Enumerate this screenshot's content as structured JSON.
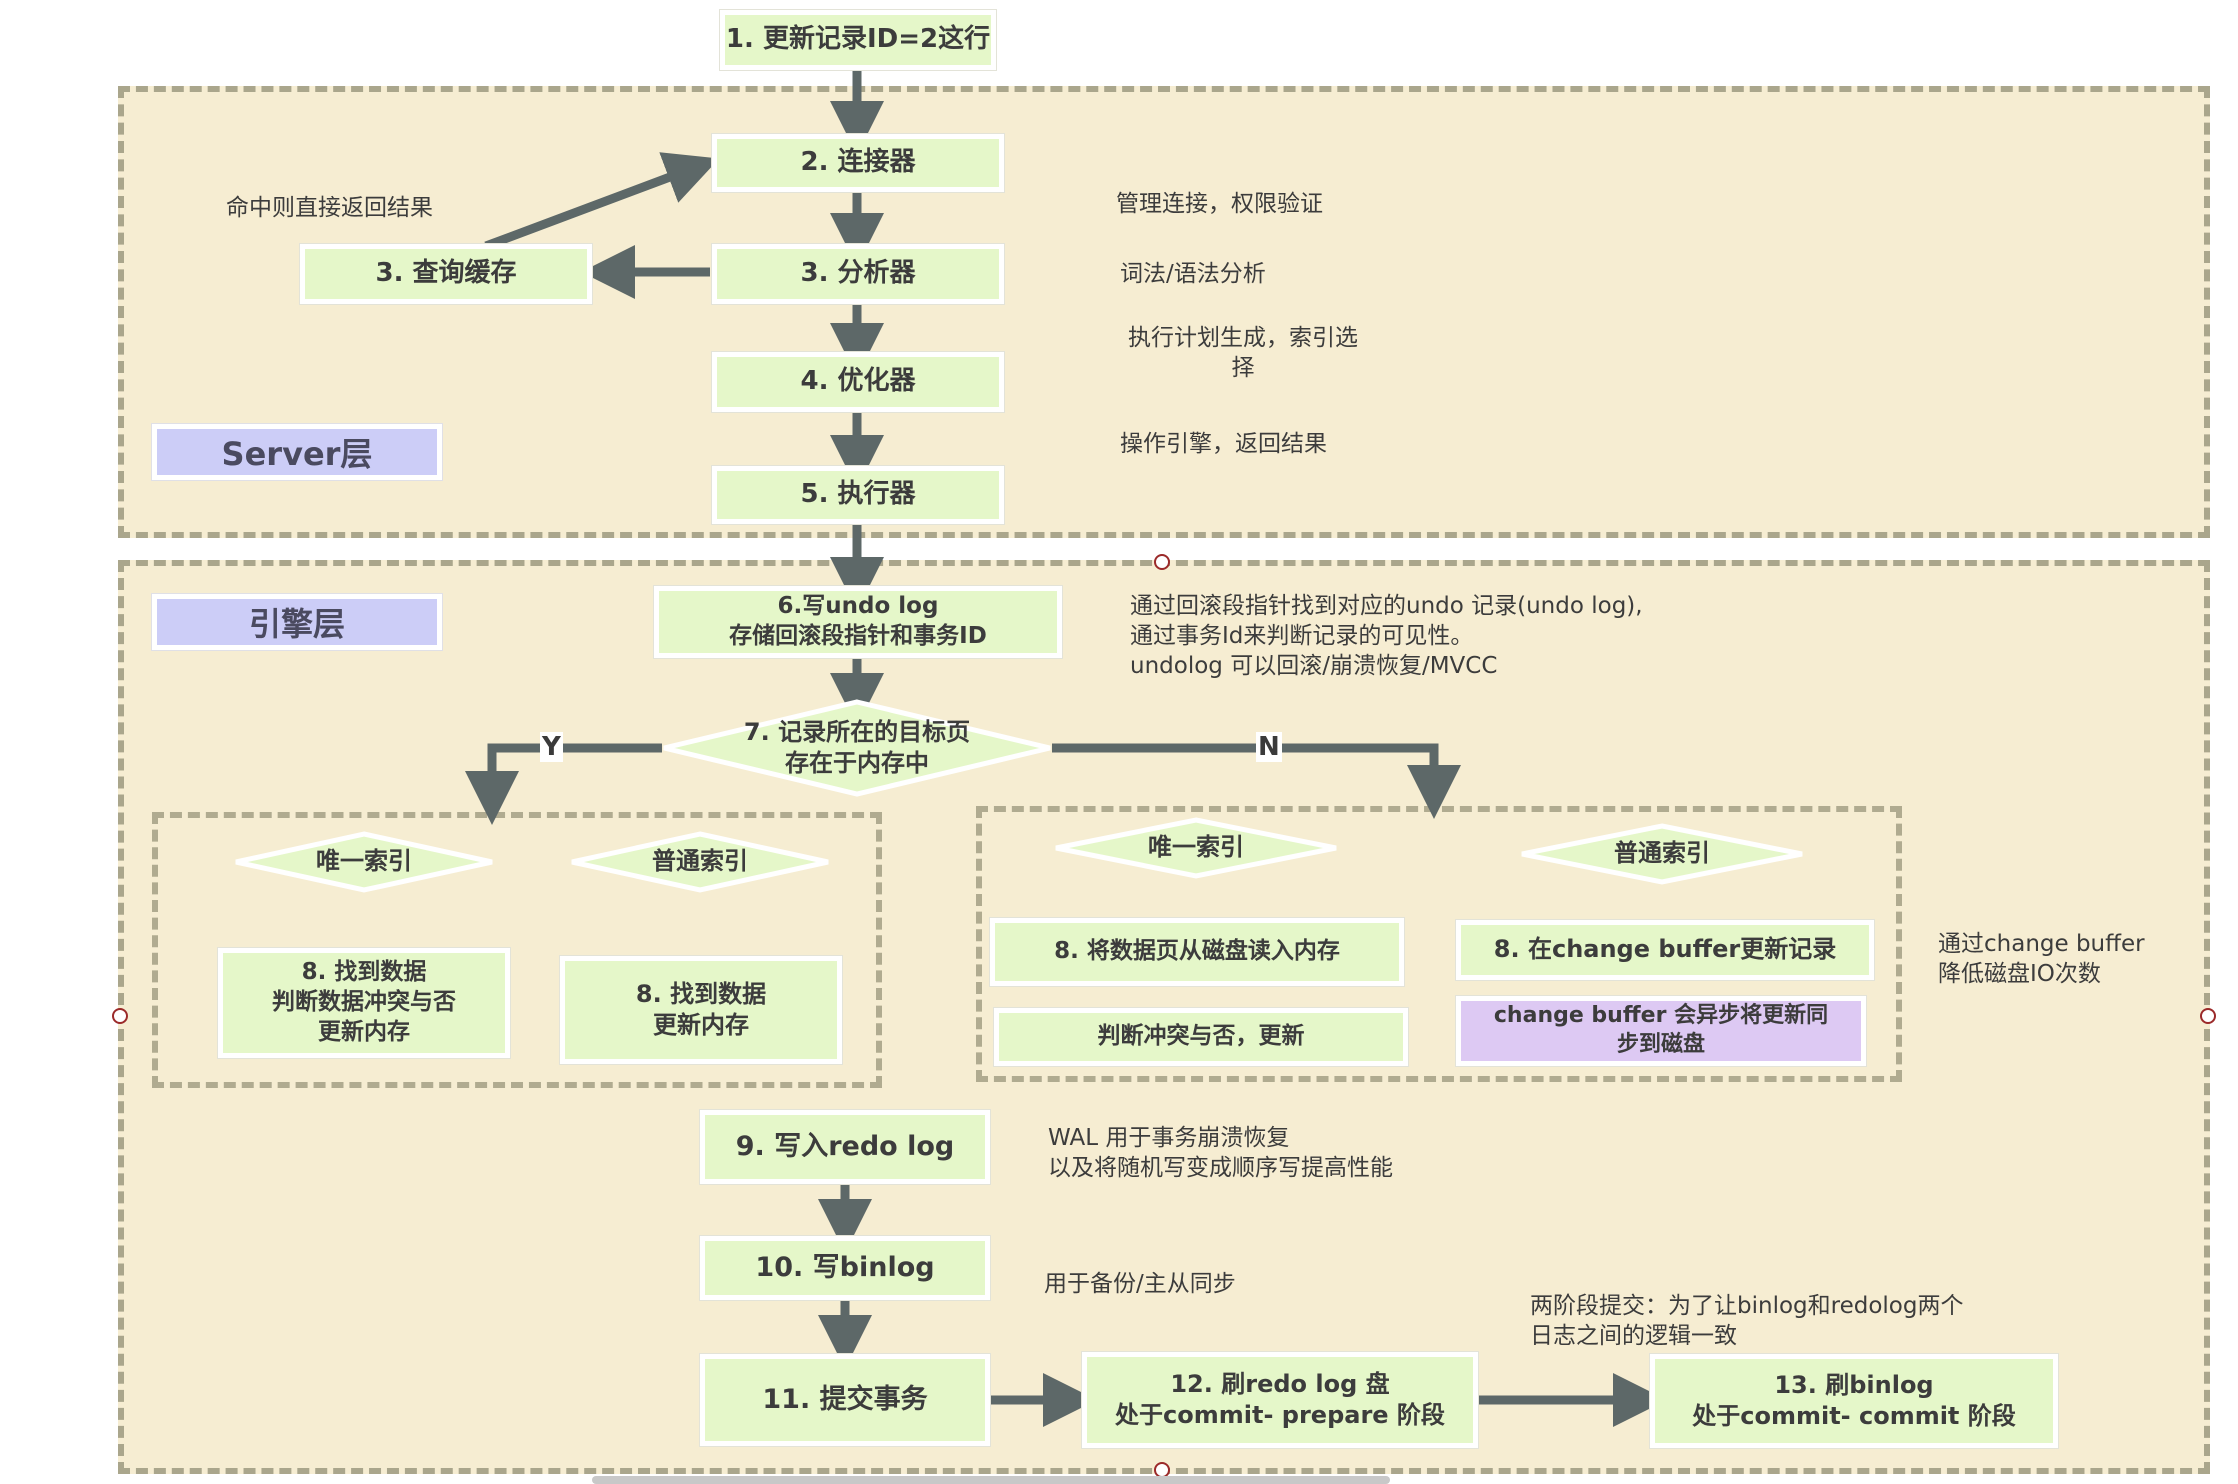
{
  "nodes": {
    "n1": "1. 更新记录ID=2这行",
    "n2": "2. 连接器",
    "n3a": "3. 分析器",
    "n3b": "3. 查询缓存",
    "n4": "4. 优化器",
    "n5": "5. 执行器",
    "n6": "6.写undo log\n存储回滚段指针和事务ID",
    "n7": "7. 记录所在的目标页\n存在于内存中",
    "unique_left": "唯一索引",
    "normal_left": "普通索引",
    "n8a": "8. 找到数据\n判断数据冲突与否\n更新内存",
    "n8b": "8. 找到数据\n更新内存",
    "unique_right": "唯一索引",
    "normal_right": "普通索引",
    "n8c": "8. 将数据页从磁盘读入内存",
    "n8c2": "判断冲突与否，更新",
    "n8d": "8. 在change buffer更新记录",
    "n8d2": "change buffer 会异步将更新同\n步到磁盘",
    "n9": "9. 写入redo log",
    "n10": "10. 写binlog",
    "n11": "11. 提交事务",
    "n12": "12. 刷redo log 盘\n处于commit- prepare 阶段",
    "n13": "13. 刷binlog\n处于commit- commit 阶段"
  },
  "layers": {
    "server": "Server层",
    "engine": "引擎层"
  },
  "branch": {
    "yes": "Y",
    "no": "N"
  },
  "notes": {
    "cache_hit": "命中则直接返回结果",
    "connector": "管理连接，权限验证",
    "analyzer": "词法/语法分析",
    "optimizer": "执行计划生成，索引选\n择",
    "executor": "操作引擎，返回结果",
    "undo": "通过回滚段指针找到对应的undo 记录(undo log),\n通过事务Id来判断记录的可见性。\nundolog 可以回滚/崩溃恢复/MVCC",
    "change_buffer": "通过change buffer\n降低磁盘IO次数",
    "redo": "WAL 用于事务崩溃恢复\n以及将随机写变成顺序写提高性能",
    "binlog": "用于备份/主从同步",
    "two_phase": "两阶段提交：为了让binlog和redolog两个\n日志之间的逻辑一致"
  },
  "colors": {
    "region_bg": "#f6edd2",
    "box": "#e5f7c9",
    "tag": "#cccdf7",
    "purple_box": "#ddc9f3",
    "arrow": "#5d6868"
  }
}
